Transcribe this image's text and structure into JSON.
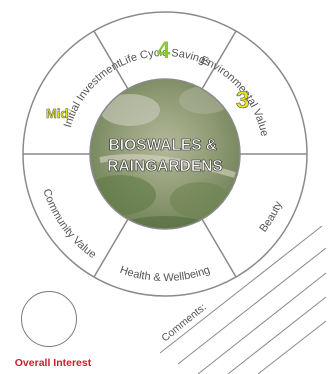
{
  "title": "BIOSWALES & RAINGARDENS",
  "title_lines": [
    "BIOSWALES &",
    "RAINGARDENS"
  ],
  "segments": [
    {
      "label": "Life Cycle Savings",
      "rating": "4",
      "rating_color": "#8cc63f"
    },
    {
      "label": "Environmental Value",
      "rating": "3",
      "rating_color": "#e8e621"
    },
    {
      "label": "Beauty",
      "rating": ""
    },
    {
      "label": "Health & Wellbeing",
      "rating": ""
    },
    {
      "label": "Community Value",
      "rating": ""
    },
    {
      "label": "Initial Investment",
      "rating": "Mid",
      "rating_color": "#e8e621"
    }
  ],
  "comments_label": "Comments:",
  "overall_label": "Overall Interest",
  "colors": {
    "title_text": "#ffffff",
    "overall_label": "#c6202f",
    "ring_stroke": "#8a8a8a",
    "label_text": "#555555"
  }
}
